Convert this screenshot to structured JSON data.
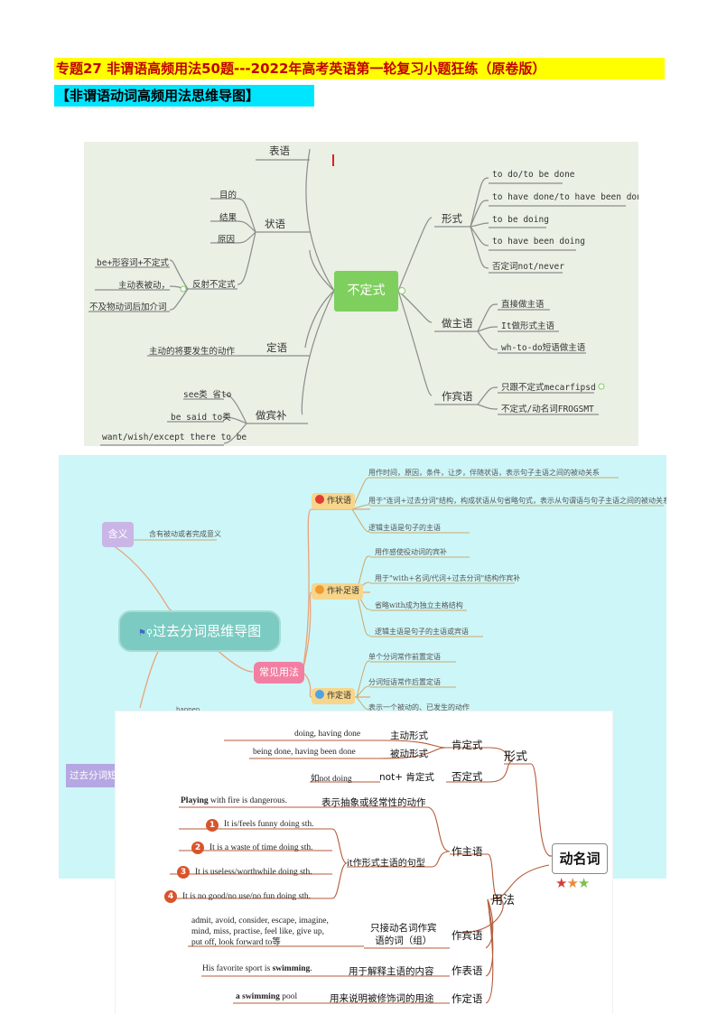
{
  "header": {
    "title": "专题27 非谓语高频用法50题---2022年高考英语第一轮复习小题狂练（原卷版）",
    "subtitle": "【非谓语动词高频用法思维导图】"
  },
  "infinitive_map": {
    "center": "不定式",
    "left_branches": {
      "predicative": "表语",
      "adverbial": "状语",
      "adverbial_items": [
        "目的",
        "结果",
        "原因",
        "反射不定式"
      ],
      "reflexive_items": [
        "be+形容词+不定式",
        "主动表被动，",
        "不及物动词后加介词"
      ],
      "attributive": "定语",
      "attributive_item": "主动的将要发生的动作",
      "object_complement": "做宾补",
      "complement_items": [
        "see类 省to",
        "be said to类",
        "want/wish/except there to be"
      ]
    },
    "right_branches": {
      "form": "形式",
      "form_items": [
        "to do/to be done",
        "to have done/to have been done",
        "to be doing",
        "to have been doing",
        "否定词not/never"
      ],
      "subject": "做主语",
      "subject_items": [
        "直接做主语",
        "It做形式主语",
        "wh-to-do短语做主语"
      ],
      "object": "作宾语",
      "object_items": [
        "只跟不定式mecarfipsd",
        "不定式/动名词FROGSMT"
      ]
    }
  },
  "participle_map": {
    "center": "过去分词思维导图",
    "meaning": "含义",
    "meaning_note": "含有被动或者完成意义",
    "usage": "常见用法",
    "phrase_label": "过去分词短",
    "partial_label": "happen",
    "categories": [
      {
        "label": "作状语",
        "items": [
          "用作时间，原因，条件，让步，伴随状语，表示句子主语之间的被动关系",
          "用于\"连词+过去分词\"结构，构成状语从句省略句式，表示从句谓语与句子主语之间的被动关系",
          "逻辑主语是句子的主语"
        ]
      },
      {
        "label": "作补足语",
        "items": [
          "用作感使役动词的宾补",
          "用于\"with+名词/代词+过去分词\"结构作宾补",
          "省略with成为独立主格结构",
          "逻辑主语是句子的主语或宾语"
        ]
      },
      {
        "label": "作定语",
        "items": [
          "单个分词常作前置定语",
          "分词短语常作后置定语",
          "表示一个被动的、已发生的动作"
        ]
      }
    ],
    "colors": {
      "bg": "#cdf6f8",
      "center": "#7ccbc2",
      "usage": "#f27fa2",
      "meaning": "#c9b6e6",
      "category": "#f7d58a"
    }
  },
  "gerund_map": {
    "center": "动名词",
    "form": "形式",
    "affirmative": "肯定式",
    "negative": "否定式",
    "form_rows": [
      {
        "example": "doing, having done",
        "label": "主动形式"
      },
      {
        "example": "being done, having been done",
        "label": "被动形式"
      },
      {
        "example": "如not doing",
        "label": "not+ 肯定式"
      }
    ],
    "usage": "用法",
    "as_subject": "作主语",
    "abstract_example_bold": "Playing",
    "abstract_example_rest": " with fire is dangerous.",
    "abstract_label": "表示抽象或经常性的动作",
    "it_pattern_label": "it作形式主语的句型",
    "it_patterns": [
      {
        "n": "1",
        "text": "It is/feels funny doing sth."
      },
      {
        "n": "2",
        "text": "It is a waste of time doing sth."
      },
      {
        "n": "3",
        "text": "It is useless/worthwhile doing sth."
      },
      {
        "n": "4",
        "text": "It is no good/no use/no fun doing sth."
      }
    ],
    "as_object": "作宾语",
    "object_verbs": [
      "admit, avoid, consider, escape, imagine,",
      "mind, miss, practise, feel like, give up,",
      "put off, look forward to等"
    ],
    "object_label_1": "只接动名词作宾",
    "object_label_2": "语的词（组）",
    "as_predicative": "作表语",
    "predicative_example_rest": "His favorite sport is ",
    "predicative_example_bold": "swimming",
    "predicative_example_end": ".",
    "predicative_label": "用于解释主语的内容",
    "as_attributive": "作定语",
    "attributive_example_bold": "a swimming",
    "attributive_example_rest": " pool",
    "attributive_label": "用来说明被修饰词的用途",
    "rating": 3
  }
}
